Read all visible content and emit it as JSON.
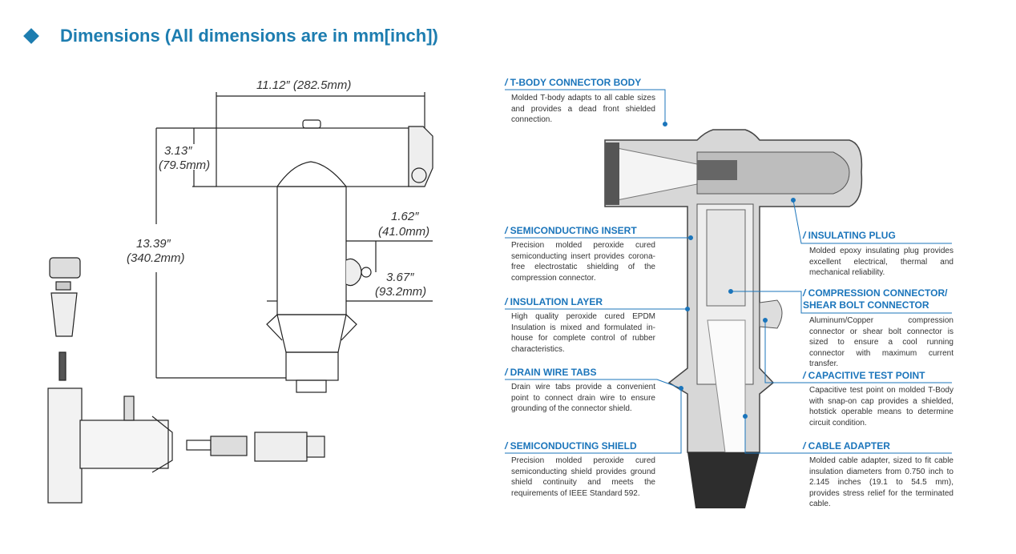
{
  "header": {
    "title": "Dimensions (All dimensions are in mm[inch])"
  },
  "dimensions": {
    "width": "11.12″ (282.5mm)",
    "head_height_in": "3.13″",
    "head_height_mm": "(79.5mm)",
    "total_height_in": "13.39″",
    "total_height_mm": "(340.2mm)",
    "test_point_in": "1.62″",
    "test_point_mm": "(41.0mm)",
    "body_dia_in": "3.67″",
    "body_dia_mm": "(93.2mm)"
  },
  "callouts": [
    {
      "title": "T-BODY CONNECTOR BODY",
      "text": "Molded T-body adapts to all cable sizes and provides a dead front shielded connection."
    },
    {
      "title": "SEMICONDUCTING INSERT",
      "text": "Precision molded peroxide cured semiconducting insert provides corona-free electrostatic shielding of the compression connector."
    },
    {
      "title": "INSULATION LAYER",
      "text": "High quality peroxide cured EPDM Insulation is mixed and formulated in-house for complete control of rubber characteristics."
    },
    {
      "title": "DRAIN WIRE TABS",
      "text": "Drain wire tabs provide a convenient point to connect drain wire to ensure grounding of the connector shield."
    },
    {
      "title": "SEMICONDUCTING SHIELD",
      "text": "Precision molded peroxide cured semiconducting shield provides ground shield continuity and meets the requirements of IEEE Standard 592."
    },
    {
      "title": "INSULATING PLUG",
      "text": "Molded epoxy insulating plug provides excellent electrical, thermal and mechanical reliability."
    },
    {
      "title": "COMPRESSION CONNECTOR/ SHEAR BOLT CONNECTOR",
      "text": "Aluminum/Copper compression connector or shear bolt connector is sized to ensure a cool running connector with maximum current transfer."
    },
    {
      "title": "CAPACITIVE TEST POINT",
      "text": "Capacitive test point on molded T-Body with snap-on cap provides a shielded, hotstick operable means to determine circuit condition."
    },
    {
      "title": "CABLE ADAPTER",
      "text": "Molded cable adapter, sized to fit cable insulation diameters from 0.750 inch to 2.145 inches (19.1 to 54.5 mm), provides stress relief for the terminated cable."
    }
  ],
  "colors": {
    "accent": "#1b75bb",
    "title": "#1d7db0"
  }
}
